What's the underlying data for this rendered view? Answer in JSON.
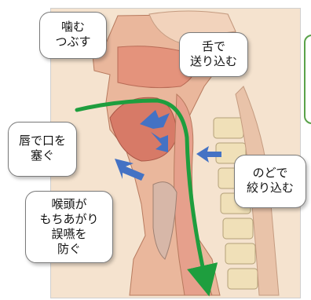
{
  "labels": {
    "chew": [
      "噛む",
      "つぶす"
    ],
    "tongue": [
      "舌で",
      "送り込む"
    ],
    "lips": [
      "唇で口を",
      "塞ぐ"
    ],
    "throat": [
      "のどで",
      "絞り込む"
    ],
    "larynx": [
      "喉頭が",
      "もちあがり",
      "誤嚥を",
      "防ぐ"
    ]
  },
  "colors": {
    "flow_arrow": "#1e9e3e",
    "push_arrow": "#4472c4",
    "tissue": "#e6a08c",
    "spine": "#f0e0b8",
    "frame_bg": "#f5e3cf"
  }
}
